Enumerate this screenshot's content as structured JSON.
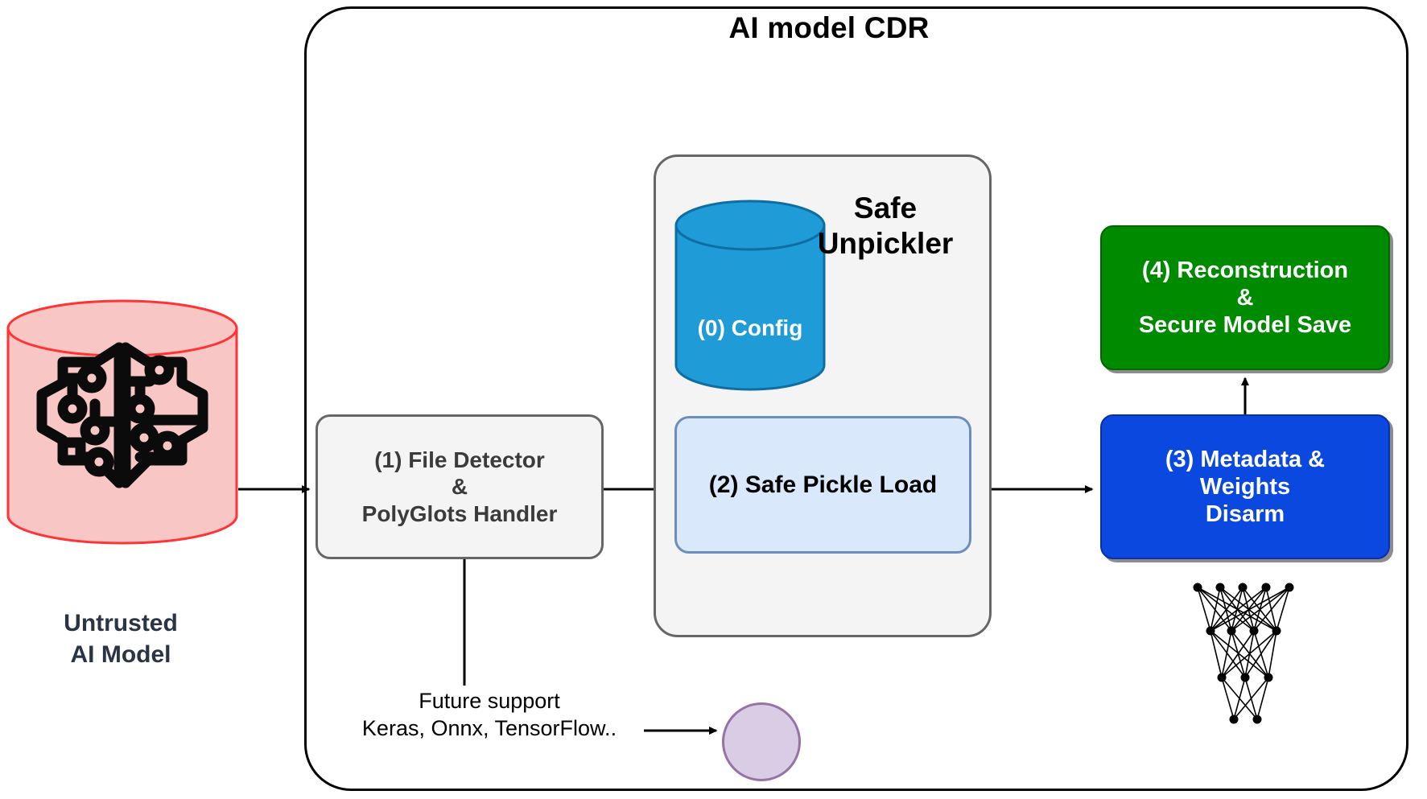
{
  "diagram": {
    "title": "AI model CDR",
    "container_name": "AI model CDR"
  },
  "source": {
    "icon": "ai-brain-cylinder-icon",
    "caption_line1": "Untrusted",
    "caption_line2": "AI Model",
    "fill": "#f9c6c6",
    "stroke": "#ff3333"
  },
  "nodes": {
    "file_detector": {
      "line1": "(1) File Detector",
      "line2": "&",
      "line3": "PolyGlots Handler",
      "fill": "#f4f4f4",
      "stroke": "#666666"
    },
    "safe_unpickler": {
      "title_line1": "Safe",
      "title_line2": "Unpickler",
      "fill": "#f4f4f4",
      "stroke": "#666666"
    },
    "config": {
      "label": "(0) Config",
      "fill": "#1f9bd8",
      "stroke": "#0e6ea4"
    },
    "safe_pickle_load": {
      "label": "(2) Safe Pickle Load",
      "fill": "#dae8fc",
      "stroke": "#6c8ebf"
    },
    "metadata_disarm": {
      "line1": "(3) Metadata &",
      "line2": "Weights",
      "line3": "Disarm",
      "fill": "#0b48e0",
      "stroke": "#0a2fa8"
    },
    "reconstruction": {
      "line1": "(4) Reconstruction",
      "line2": "&",
      "line3": "Secure Model Save",
      "fill": "#008a00",
      "stroke": "#006600"
    },
    "future_support": {
      "line1": "Future support",
      "line2": "Keras, Onnx, TensorFlow..",
      "circle_fill": "#d9cde6",
      "circle_stroke": "#9673a6"
    },
    "neural_net": {
      "icon": "neural-network-icon"
    }
  },
  "edges": [
    {
      "name": "source-to-file-detector",
      "style": "solid-arrow"
    },
    {
      "name": "file-detector-to-safe-pickle-load",
      "style": "solid-arrow"
    },
    {
      "name": "config-to-safe-pickle-load",
      "style": "dashed-arrow"
    },
    {
      "name": "safe-pickle-load-to-metadata-disarm",
      "style": "solid-arrow"
    },
    {
      "name": "metadata-disarm-to-reconstruction",
      "style": "solid-arrow-up"
    },
    {
      "name": "file-detector-to-future-support",
      "style": "solid-line"
    },
    {
      "name": "future-support-to-circle",
      "style": "solid-arrow"
    }
  ]
}
